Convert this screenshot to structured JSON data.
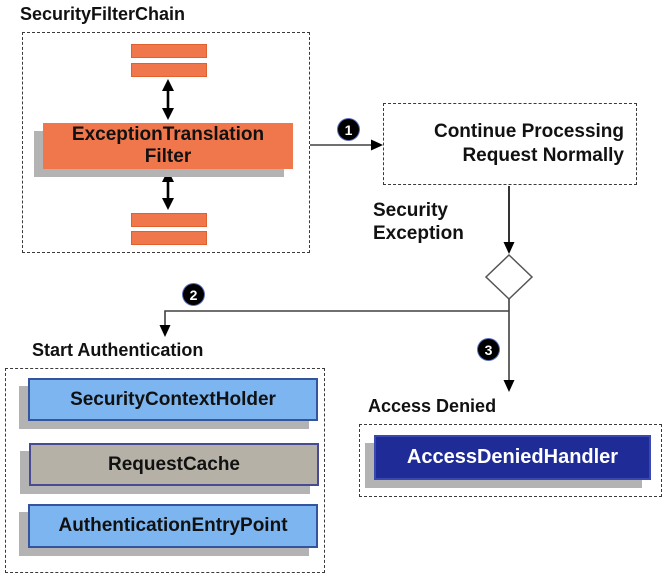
{
  "colors": {
    "orange": "#f0764b",
    "orange_border": "#e0602e",
    "light_blue": "#7cb5ef",
    "blue_border": "#35549e",
    "gray_fill": "#b6b1a6",
    "gray_border": "#4a4a94",
    "navy": "#1f2c98",
    "navy_border": "#3a49b0",
    "shadow": "#b3b3b3",
    "line": "#404040"
  },
  "security_filter_chain": {
    "title": "SecurityFilterChain",
    "filter_line1": "ExceptionTranslation",
    "filter_line2": "Filter"
  },
  "flow": {
    "badge_1": "1",
    "badge_2": "2",
    "badge_3": "3",
    "continue_line1": "Continue Processing",
    "continue_line2": "Request Normally",
    "exception_line1": "Security",
    "exception_line2": "Exception"
  },
  "start_authentication": {
    "title": "Start Authentication",
    "items": [
      "SecurityContextHolder",
      "RequestCache",
      "AuthenticationEntryPoint"
    ]
  },
  "access_denied": {
    "title": "Access Denied",
    "handler_label": "AccessDeniedHandler"
  }
}
